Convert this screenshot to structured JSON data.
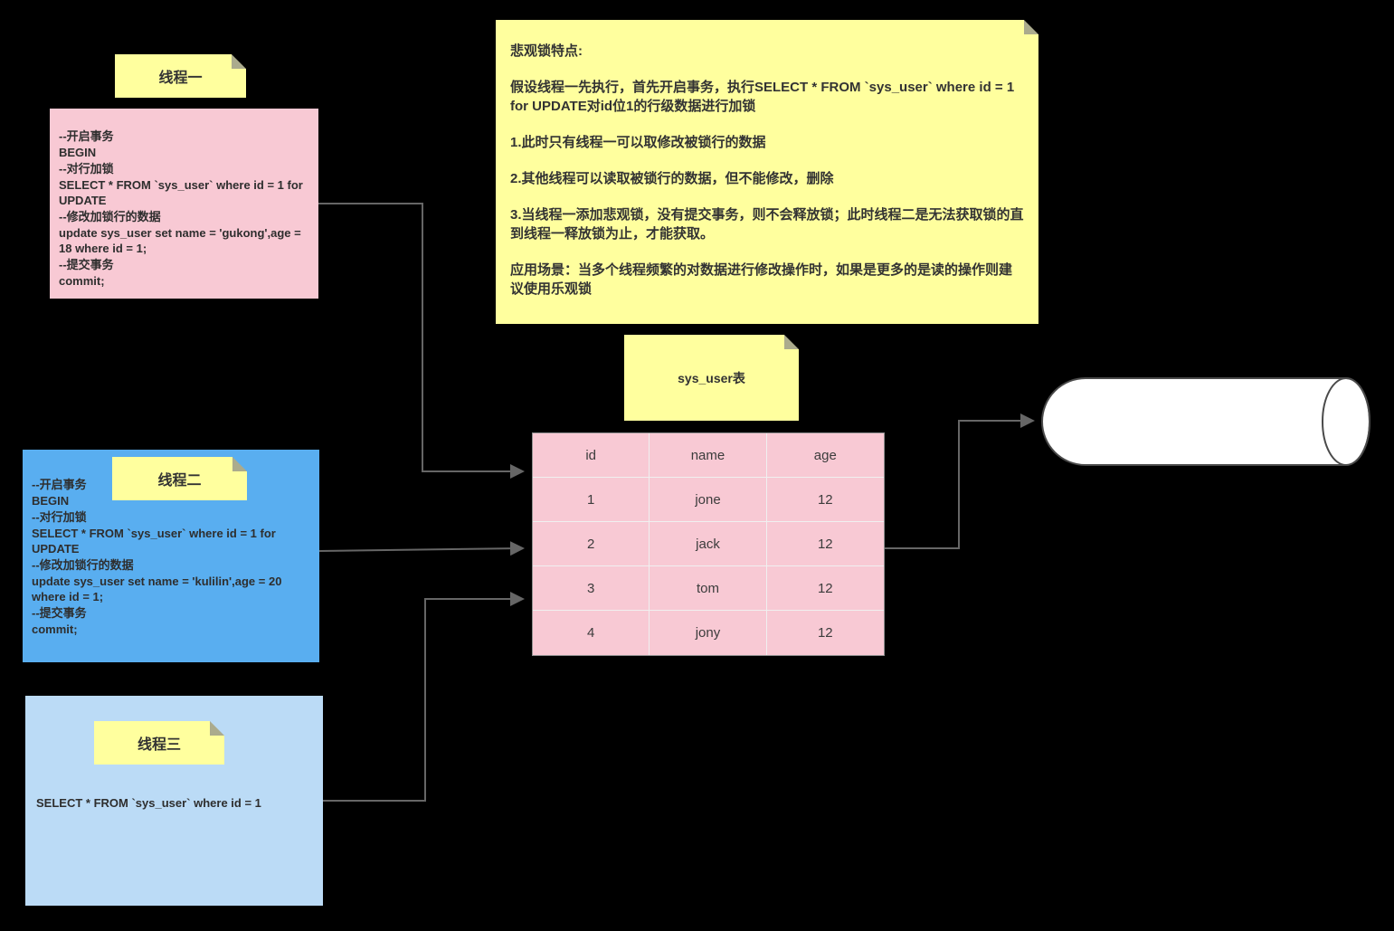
{
  "colors": {
    "background": "#000000",
    "note_yellow": "#FFFF9E",
    "pink": "#F8C9D4",
    "blue": "#59AEF0",
    "light_blue": "#BBDBF6",
    "cylinder_fill": "#FFFFFF",
    "connector_gray": "#666666",
    "text_dark": "#333333"
  },
  "thread1": {
    "title": "线程一",
    "code": [
      "--开启事务",
      "BEGIN",
      "--对行加锁",
      "SELECT * FROM `sys_user` where id = 1 for UPDATE",
      "--修改加锁行的数据",
      "update sys_user set name = 'gukong',age = 18 where id = 1;",
      "--提交事务",
      "commit;"
    ]
  },
  "lock_note": {
    "paragraphs": [
      "悲观锁特点:",
      "假设线程一先执行，首先开启事务，执行SELECT * FROM `sys_user` where id = 1 for UPDATE对id位1的行级数据进行加锁",
      "1.此时只有线程一可以取修改被锁行的数据",
      "2.其他线程可以读取被锁行的数据，但不能修改，删除",
      "3.当线程一添加悲观锁，没有提交事务，则不会释放锁；此时线程二是无法获取锁的直到线程一释放锁为止，才能获取。",
      "应用场景：当多个线程频繁的对数据进行修改操作时，如果是更多的是读的操作则建议使用乐观锁"
    ]
  },
  "table": {
    "title": "sys_user表",
    "headers": [
      "id",
      "name",
      "age"
    ],
    "rows": [
      [
        "1",
        "jone",
        "12"
      ],
      [
        "2",
        "jack",
        "12"
      ],
      [
        "3",
        "tom",
        "12"
      ],
      [
        "4",
        "jony",
        "12"
      ]
    ]
  },
  "thread2": {
    "title": "线程二",
    "code": [
      "--开启事务",
      "BEGIN",
      "--对行加锁",
      "SELECT * FROM `sys_user` where id = 1 for UPDATE",
      "--修改加锁行的数据",
      "update sys_user set name = 'kulilin',age = 20 where id = 1;",
      "--提交事务",
      "commit;"
    ]
  },
  "thread3": {
    "title": "线程三",
    "code": [
      "SELECT * FROM `sys_user` where id = 1"
    ]
  }
}
